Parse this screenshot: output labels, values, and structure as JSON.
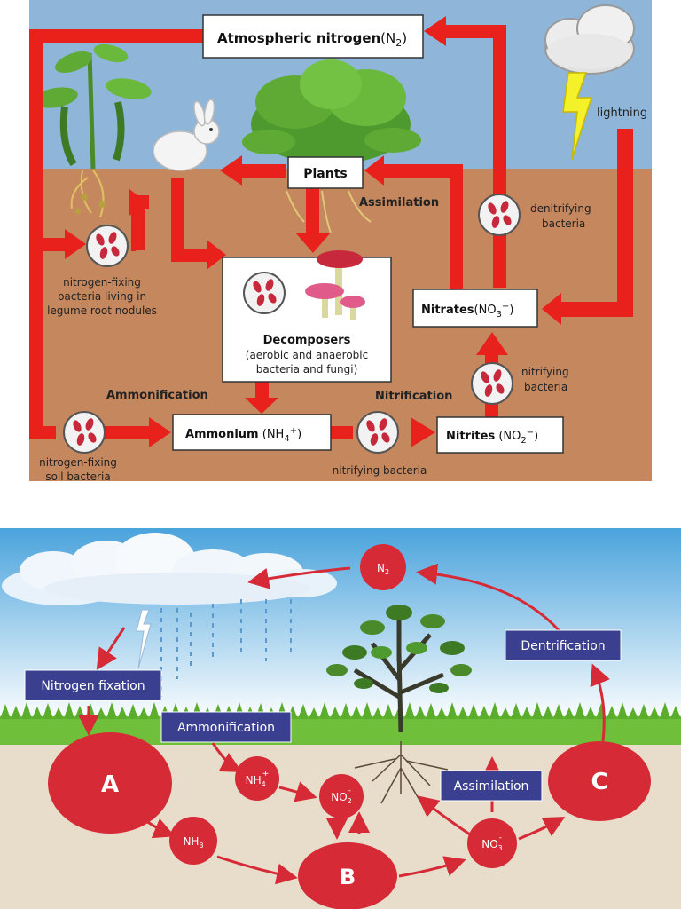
{
  "top": {
    "atmospheric": "Atmospheric nitrogen",
    "atmospheric_formula": "N",
    "atmospheric_sub": "2",
    "lightning": "lightning",
    "plants": "Plants",
    "assimilation": "Assimilation",
    "denitrifying_1": "denitrifying",
    "denitrifying_2": "bacteria",
    "legume_1": "nitrogen-fixing",
    "legume_2": "bacteria living in",
    "legume_3": "legume root nodules",
    "decomposers": "Decomposers",
    "decomposers_sub1": "(aerobic and anaerobic",
    "decomposers_sub2": "bacteria and fungi)",
    "nitrates": "Nitrates",
    "nitrates_formula": "NO",
    "nitrates_sub": "3",
    "nitrates_sup": "−",
    "nitrifying_right_1": "nitrifying",
    "nitrifying_right_2": "bacteria",
    "ammonification": "Ammonification",
    "nitrification": "Nitrification",
    "ammonium": "Ammonium",
    "ammonium_formula": "NH",
    "ammonium_sub": "4",
    "ammonium_sup": "+",
    "nitrites": "Nitrites",
    "nitrites_formula": "NO",
    "nitrites_sub": "2",
    "nitrites_sup": "−",
    "soil_1": "nitrogen-fixing",
    "soil_2": "soil bacteria",
    "nitrifying_bottom": "nitrifying bacteria"
  },
  "bottom": {
    "n2": "N",
    "n2_sub": "2",
    "nitrogen_fixation": "Nitrogen fixation",
    "ammonification": "Ammonification",
    "dentrification": "Dentrification",
    "assimilation": "Assimilation",
    "a": "A",
    "b": "B",
    "c": "C",
    "nh4": "NH",
    "nh4_sub": "4",
    "nh4_sup": "+",
    "no2": "NO",
    "no2_sub": "2",
    "no2_sup": "-",
    "nh3": "NH",
    "nh3_sub": "3",
    "no3": "NO",
    "no3_sub": "3",
    "no3_sup": "-"
  },
  "colors": {
    "arrow_red": "#e8211d",
    "sky_top": "#8fb6d9",
    "soil_top": "#c4875e",
    "label_blue": "#3a3f8f",
    "node_red": "#d62b36",
    "soil_bottom": "#e8dccb"
  }
}
